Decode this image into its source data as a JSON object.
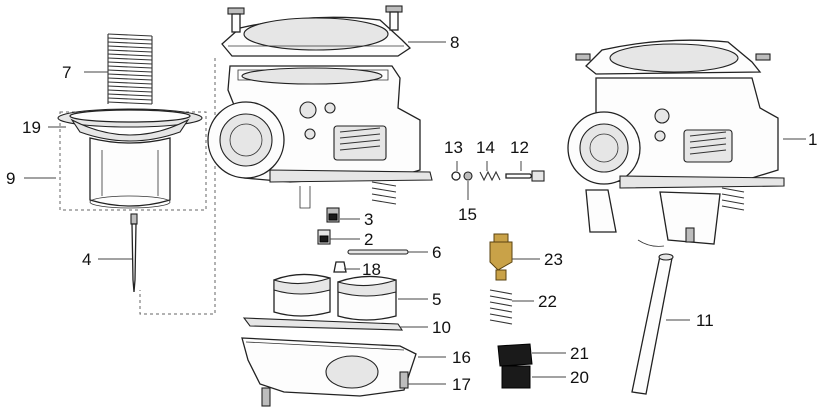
{
  "callouts": [
    {
      "id": "c1",
      "label": "1"
    },
    {
      "id": "c2",
      "label": "2"
    },
    {
      "id": "c3",
      "label": "3"
    },
    {
      "id": "c4",
      "label": "4"
    },
    {
      "id": "c5",
      "label": "5"
    },
    {
      "id": "c6",
      "label": "6"
    },
    {
      "id": "c7",
      "label": "7"
    },
    {
      "id": "c8",
      "label": "8"
    },
    {
      "id": "c9",
      "label": "9"
    },
    {
      "id": "c10",
      "label": "10"
    },
    {
      "id": "c11",
      "label": "11"
    },
    {
      "id": "c12",
      "label": "12"
    },
    {
      "id": "c13",
      "label": "13"
    },
    {
      "id": "c14",
      "label": "14"
    },
    {
      "id": "c15",
      "label": "15"
    },
    {
      "id": "c16",
      "label": "16"
    },
    {
      "id": "c17",
      "label": "17"
    },
    {
      "id": "c18",
      "label": "18"
    },
    {
      "id": "c19",
      "label": "19"
    },
    {
      "id": "c20",
      "label": "20"
    },
    {
      "id": "c21",
      "label": "21"
    },
    {
      "id": "c22",
      "label": "22"
    },
    {
      "id": "c23",
      "label": "23"
    }
  ],
  "colors": {
    "line": "#444444",
    "part_fill": "#fdfdfd",
    "shade": "#e6e6e6",
    "brass": "#c9a248",
    "black": "#1a1a1a"
  }
}
